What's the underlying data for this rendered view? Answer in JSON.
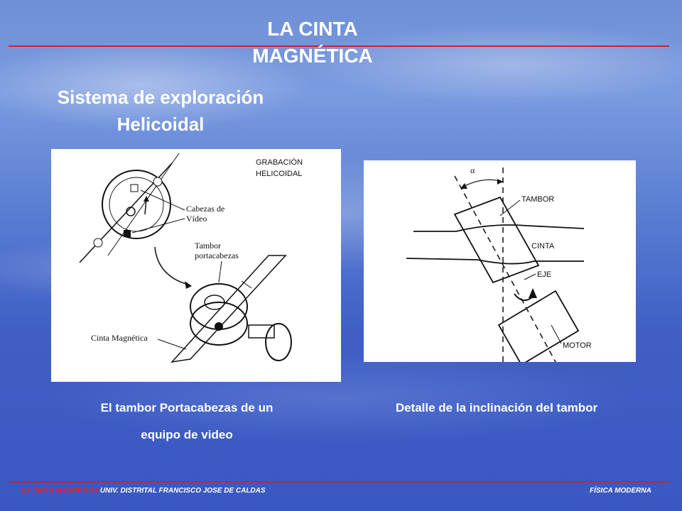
{
  "slide": {
    "title_line1": "LA CINTA",
    "title_line2": "MAGNÉTICA",
    "subtitle_line1": "Sistema de exploración",
    "subtitle_line2": "Helicoidal"
  },
  "left_diagram": {
    "header_line1": "GRABACIÓN",
    "header_line2": "HELICOIDAL",
    "label_cabezas_1": "Cabezas de",
    "label_cabezas_2": "Vídeo",
    "label_tambor_1": "Tambor",
    "label_tambor_2": "portacabezas",
    "label_cinta": "Cinta Magnética",
    "caption_line1": "El tambor Portacabezas de un",
    "caption_line2": "equipo de video"
  },
  "right_diagram": {
    "label_alpha": "α",
    "label_tambor": "TAMBOR",
    "label_cinta": "CINTA",
    "label_eje": "EJE",
    "label_motor": "MOTOR",
    "caption": "Detalle de la inclinación del tambor"
  },
  "footer": {
    "red_text": "LA CINTA MAGNÉTICA",
    "white_text": "UNIV. DISTRITAL FRANCISCO JOSE DE CALDAS",
    "right_text": "FÍSICA MODERNA"
  },
  "colors": {
    "accent_rule": "#d0202a",
    "text": "#ffffff"
  }
}
